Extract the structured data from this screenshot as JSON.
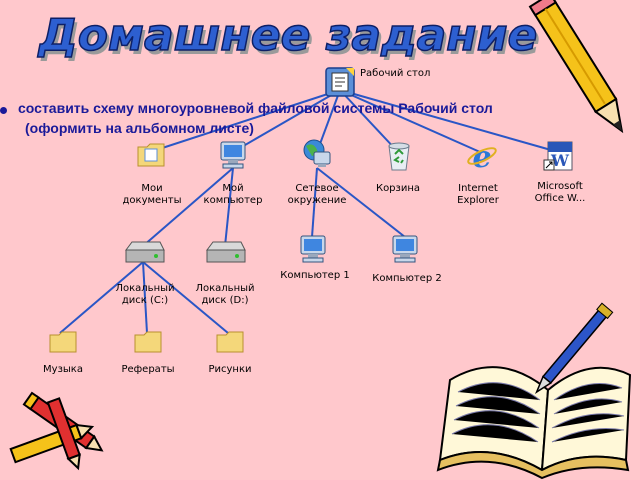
{
  "title": "Домашнее задание",
  "task": {
    "line1": "составить схему многоуровневой файловой системы Рабочий стол",
    "line2": "(оформить на альбомном листе)"
  },
  "nodes": {
    "desktop": "Рабочий стол",
    "my_documents": "Мои\nдокументы",
    "my_computer": "Мой\nкомпьютер",
    "network": "Сетевое\nокружение",
    "recycle": "Корзина",
    "ie": "Internet\nExplorer",
    "word": "Microsoft\nOffice W...",
    "disk_c": "Локальный\nдиск (C:)",
    "disk_d": "Локальный\nдиск (D:)",
    "comp1": "Компьютер 1",
    "comp2": "Компьютер 2",
    "music": "Музыка",
    "essays": "Рефераты",
    "pictures": "Рисунки"
  },
  "colors": {
    "background": "#ffc8cc",
    "connector": "#2a56c6",
    "title_fill": "#2d5fd0",
    "text": "#1a1a99"
  }
}
